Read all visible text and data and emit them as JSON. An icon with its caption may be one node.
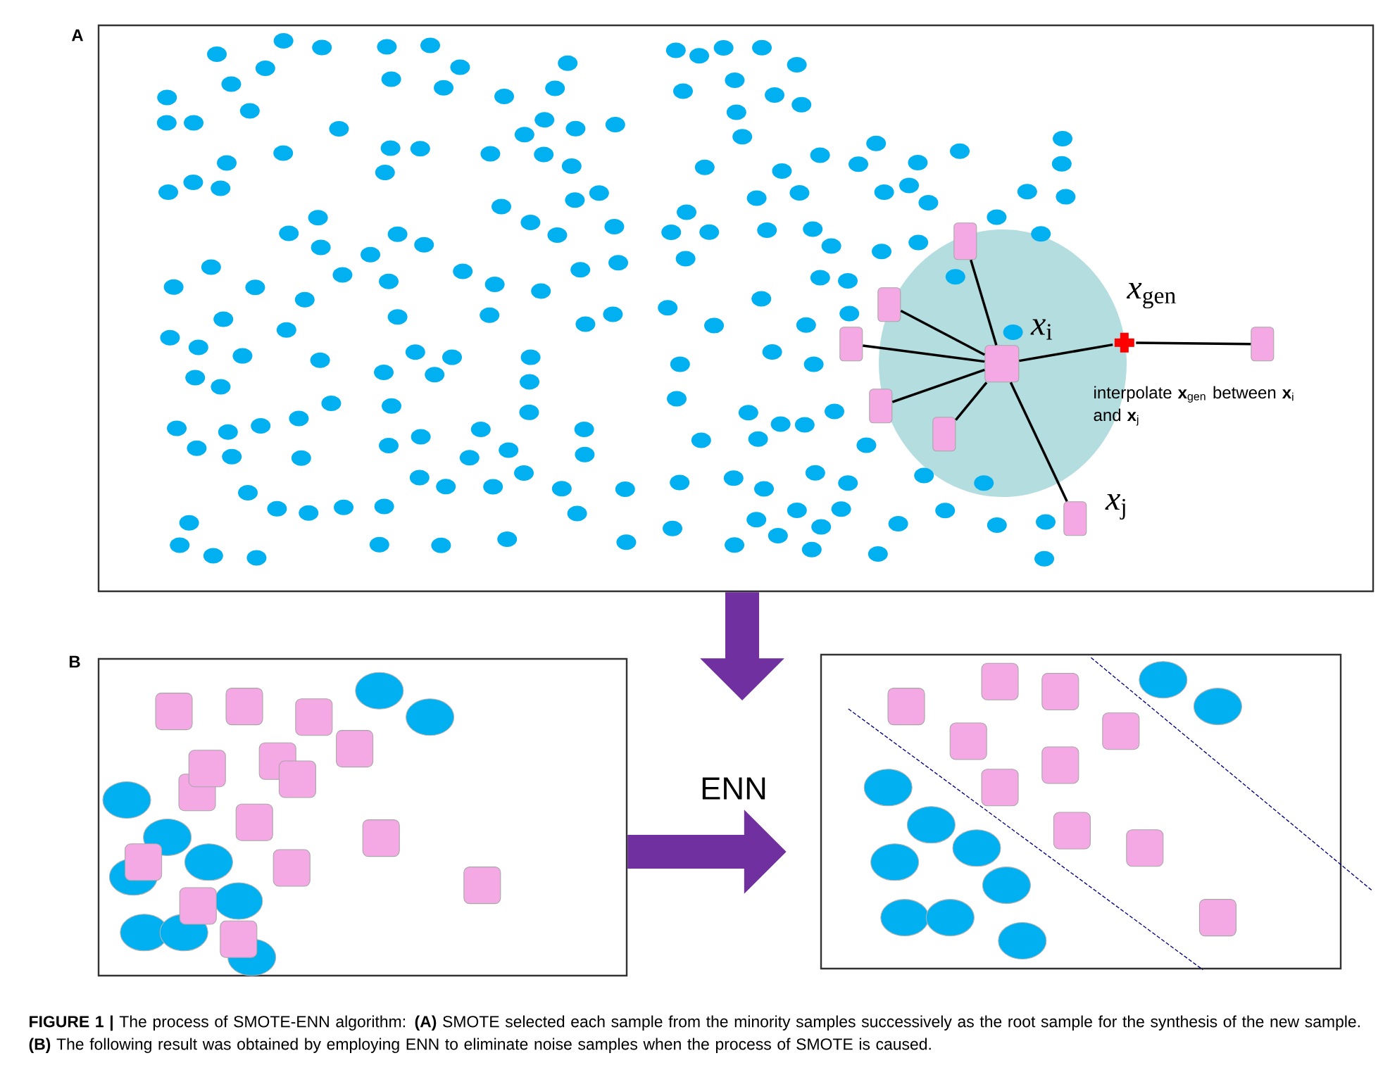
{
  "diagram": {
    "caption": "**FIGURE 1 |** The process of SMOTE-ENN algorithm: **(A)** SMOTE selected each sample from the minority samples successively as the root sample for the synthesis of the new sample. **(B)** The following result was obtained by employing ENN to eliminate noise samples when the process of SMOTE is caused.",
    "nodes": [
      {
        "text": [
          "A"
        ]
      },
      {
        "text": [],
        "shape": "box",
        "in": 0
      },
      {
        "text": [],
        "shape": "box",
        "in": 0
      },
      {
        "text": [],
        "shape": "box",
        "in": 0
      },
      {
        "text": [],
        "shape": "box",
        "in": 0,
        "beside": [
          "*x*$_{i}$"
        ]
      },
      {
        "text": [],
        "shape": "box",
        "in": 0
      },
      {
        "text": [],
        "shape": "box",
        "in": 0
      },
      {
        "text": [],
        "shape": "cross",
        "in": 0,
        "beside": [
          "*x*$_{gen}$"
        ]
      },
      {
        "text": [],
        "shape": "box",
        "in": 0
      },
      {
        "text": [],
        "shape": "box",
        "in": 0,
        "beside": [
          "*x*$_{j}$"
        ]
      },
      {
        "text": [
          "B"
        ]
      },
      {
        "text": [],
        "shape": "box"
      }
    ],
    "edges": [
      {
        "from": 4,
        "to": 1,
        "arrow": "none"
      },
      {
        "from": 4,
        "to": 2,
        "arrow": "none"
      },
      {
        "from": 4,
        "to": 3,
        "arrow": "none"
      },
      {
        "from": 4,
        "to": 5,
        "arrow": "none"
      },
      {
        "from": 4,
        "to": 6,
        "arrow": "none"
      },
      {
        "from": 4,
        "to": 9,
        "arrow": "none"
      },
      {
        "from": 4,
        "to": 7,
        "arrow": "none"
      },
      {
        "from": 7,
        "to": 8,
        "arrow": "none"
      },
      {
        "from": 0,
        "to": null,
        "arrow": "to",
        "style": "thick",
        "color": "#7030a0"
      },
      {
        "from": 10,
        "to": 11,
        "arrow": "to",
        "label": "ENN",
        "style": "thick",
        "color": "#7030a0"
      }
    ],
    "labels": [
      "interpolate **x**$_{gen}$ between **x**$_{i}$ and **x**$_{j}$"
    ]
  }
}
